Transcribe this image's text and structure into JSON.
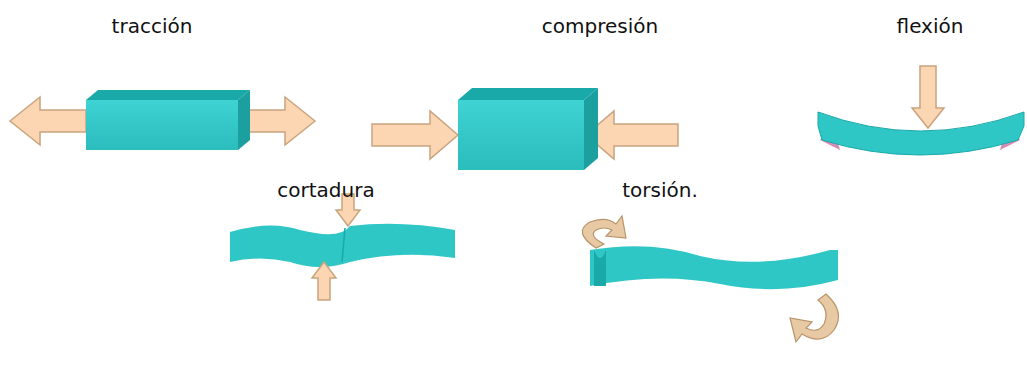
{
  "diagram": {
    "labels": [
      "tracción",
      "compresión",
      "flexión",
      "cortadura",
      "torsión."
    ]
  }
}
